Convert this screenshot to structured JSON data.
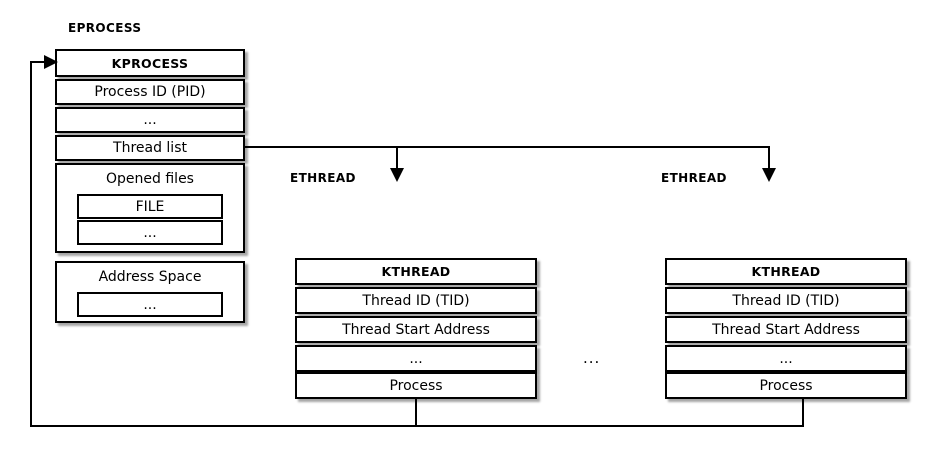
{
  "diagram": {
    "title": "Windows EPROCESS / ETHREAD structure diagram",
    "colors": {
      "background": "#ffffff",
      "stroke": "#000000",
      "shadow": "rgba(0,0,0,0.35)"
    }
  },
  "process": {
    "caption": "EPROCESS",
    "fields": [
      {
        "label": "KPROCESS",
        "style": "bold"
      },
      {
        "label": "Process ID (PID)",
        "style": "normal"
      },
      {
        "label": "...",
        "style": "normal"
      },
      {
        "label": "Thread list",
        "style": "normal"
      }
    ],
    "opened_files": {
      "title": "Opened files",
      "rows": [
        {
          "label": "FILE"
        },
        {
          "label": "..."
        }
      ]
    },
    "address_space": {
      "title": "Address Space",
      "rows": [
        {
          "label": "..."
        }
      ]
    }
  },
  "threads": [
    {
      "caption": "ETHREAD",
      "fields": [
        {
          "label": "KTHREAD",
          "style": "bold"
        },
        {
          "label": "Thread ID (TID)",
          "style": "normal"
        },
        {
          "label": "Thread Start Address",
          "style": "normal"
        },
        {
          "label": "...",
          "style": "normal"
        },
        {
          "label": "Process",
          "style": "normal"
        }
      ]
    },
    {
      "caption": "ETHREAD",
      "fields": [
        {
          "label": "KTHREAD",
          "style": "bold"
        },
        {
          "label": "Thread ID (TID)",
          "style": "normal"
        },
        {
          "label": "Thread Start Address",
          "style": "normal"
        },
        {
          "label": "...",
          "style": "normal"
        },
        {
          "label": "Process",
          "style": "normal"
        }
      ]
    }
  ],
  "ellipsis_between_threads": "..."
}
